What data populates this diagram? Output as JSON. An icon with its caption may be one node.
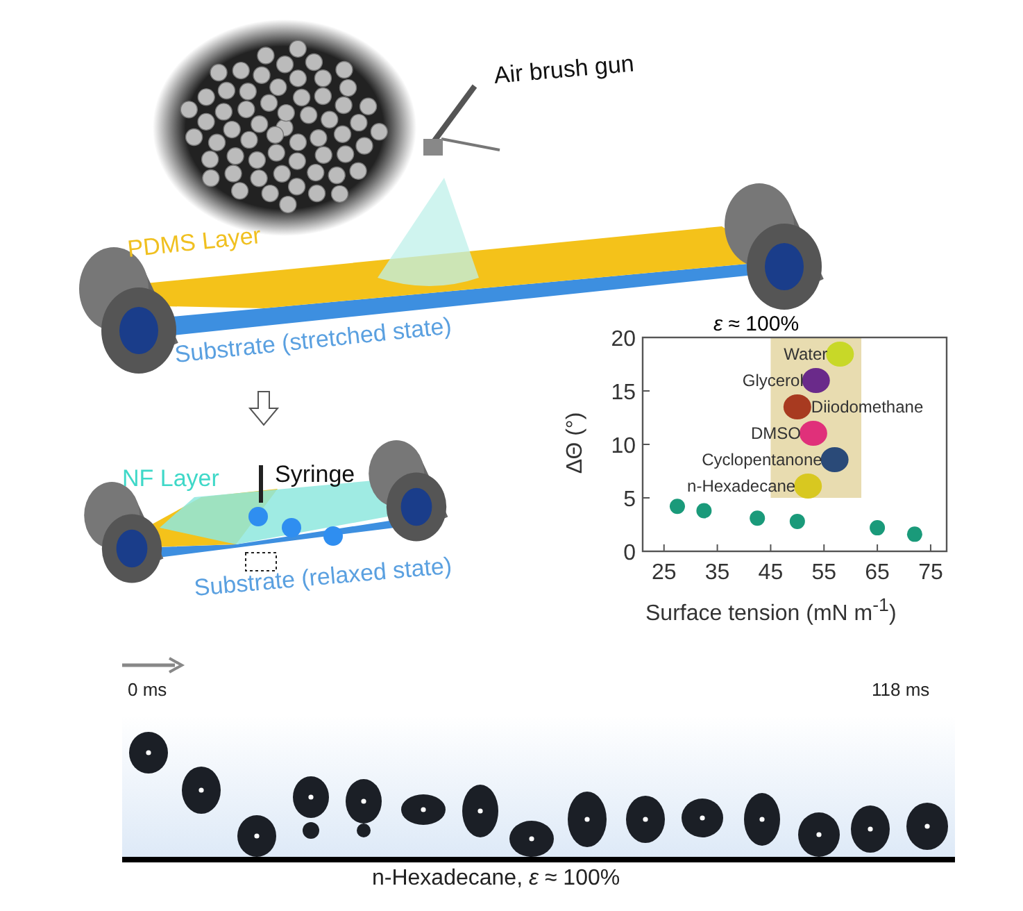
{
  "diagram": {
    "labels": [
      "Air brush gun",
      "PDMS Layer",
      "Substrate (stretched state)",
      "Syringe",
      "NF Layer",
      "Substrate (relaxed state)",
      "0 ms",
      "118 ms",
      "n-Hexadecane, *ε* ≈ 100%"
    ],
    "chart_data": {
      "type": "scatter",
      "title": "*ε* ≈ 100%",
      "xlabel": "Surface tension (mN m$^{-1}$)",
      "ylabel": "ΔΘ (°)",
      "xlim": [
        21,
        78
      ],
      "ylim": [
        0,
        20
      ],
      "xticks": [
        25,
        35,
        45,
        55,
        65,
        75
      ],
      "yticks": [
        0,
        5,
        10,
        15,
        20
      ],
      "series": [
        {
          "color": "#1a9a7a",
          "x": [
            27.5,
            32.5,
            42.5,
            50,
            65,
            72
          ],
          "values": [
            4.2,
            3.8,
            3.1,
            2.8,
            2.2,
            1.6
          ]
        }
      ],
      "annotations": [
        "Water",
        "Glycerol",
        "Diiodomethane",
        "DMSO",
        "Cyclopentanone",
        "n-Hexadecane"
      ]
    }
  }
}
